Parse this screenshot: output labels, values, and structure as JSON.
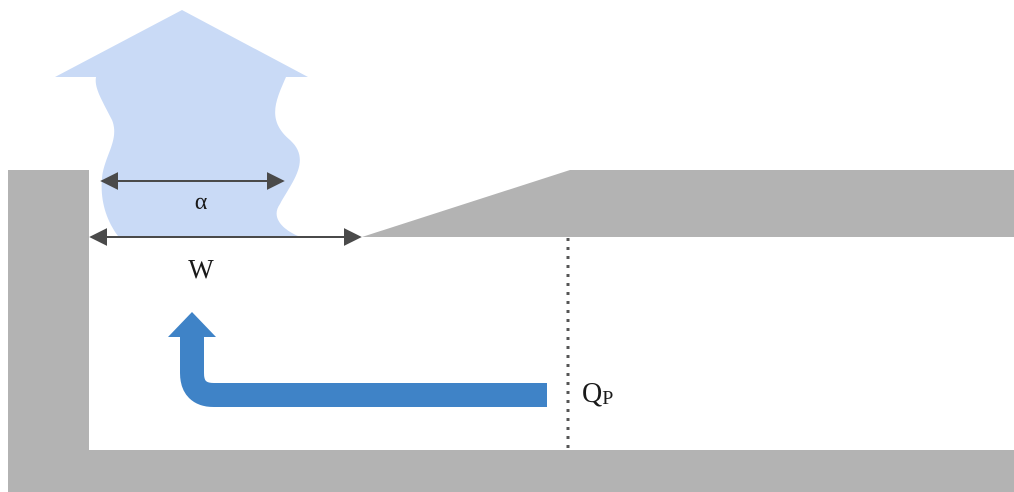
{
  "labels": {
    "plume_width": "α",
    "opening_width": "W",
    "flow_main": "Q",
    "flow_subscript": "P"
  },
  "colors": {
    "wall": "#b3b3b3",
    "plume": "#c9daf6",
    "flow_arrow": "#3f83c7",
    "dimension": "#4a4a4a",
    "text": "#1a1a1a",
    "background": "#ffffff"
  },
  "icons": {
    "plume": "wavy-upward-plume-arrow",
    "flow": "bent-upward-flow-arrow",
    "dimension": "double-headed-arrow"
  }
}
